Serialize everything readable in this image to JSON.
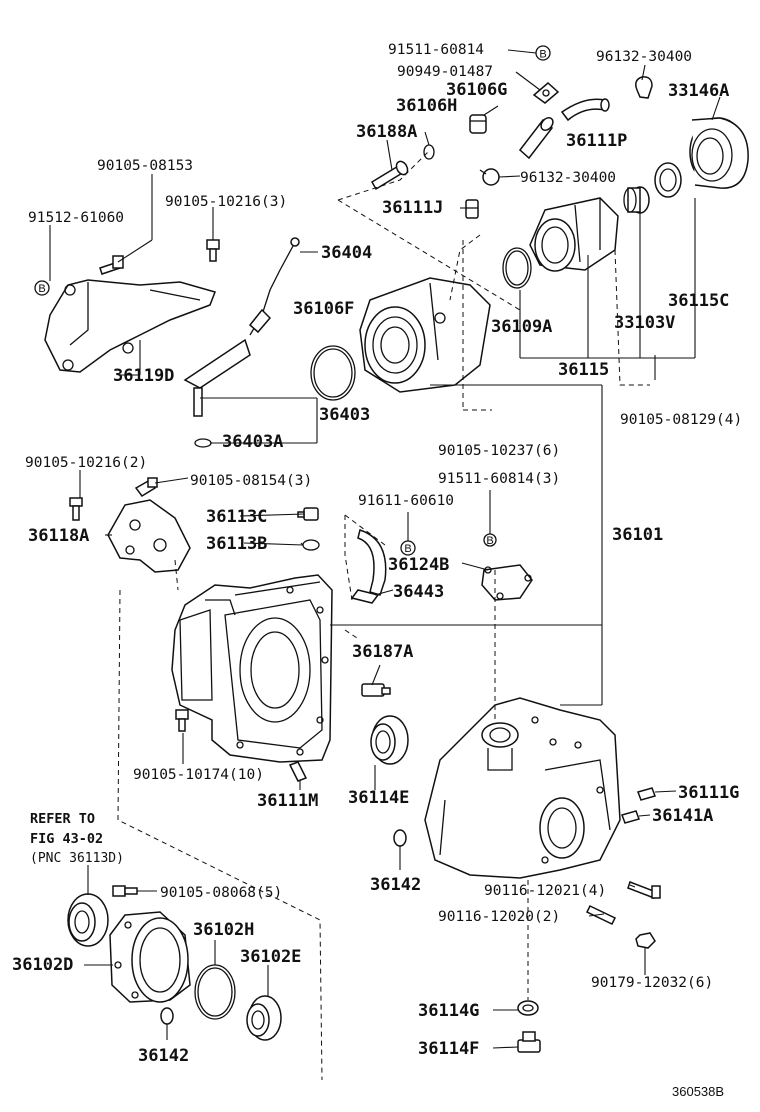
{
  "figure_ref": "360538B",
  "labels": {
    "p91511_60814_top": "91511-60814",
    "p90949_01487": "90949-01487",
    "p96132_30400_top": "96132-30400",
    "p36106G": "36106G",
    "p33146A": "33146A",
    "p36106H": "36106H",
    "p36111P": "36111P",
    "p36188A": "36188A",
    "p96132_30400_mid": "96132-30400",
    "p90105_08153": "90105-08153",
    "p90105_10216_3": "90105-10216(3)",
    "p36111J": "36111J",
    "p91512_61060": "91512-61060",
    "p36404": "36404",
    "p36106F": "36106F",
    "p36109A": "36109A",
    "p33103V": "33103V",
    "p36115C": "36115C",
    "p36119D": "36119D",
    "p36115": "36115",
    "p36403": "36403",
    "p90105_08129_4": "90105-08129(4)",
    "p36403A": "36403A",
    "p90105_10237_6": "90105-10237(6)",
    "p90105_10216_2": "90105-10216(2)",
    "p90105_08154_3": "90105-08154(3)",
    "p91511_60814_3": "91511-60814(3)",
    "p91611_60610": "91611-60610",
    "p36118A": "36118A",
    "p36113C": "36113C",
    "p36113B": "36113B",
    "p36101": "36101",
    "p36124B": "36124B",
    "p36443": "36443",
    "p36187A": "36187A",
    "p90105_10174_10": "90105-10174(10)",
    "p36111M": "36111M",
    "p36114E": "36114E",
    "p36111G": "36111G",
    "p36141A": "36141A",
    "refer_line1": "REFER TO",
    "refer_line2": "FIG 43-02",
    "refer_line3": "(PNC 36113D)",
    "p36142_mid": "36142",
    "p90116_12021_4": "90116-12021(4)",
    "p90105_08068_5": "90105-08068(5)",
    "p90116_12020_2": "90116-12020(2)",
    "p36102H": "36102H",
    "p36102D": "36102D",
    "p36102E": "36102E",
    "p90179_12032_6": "90179-12032(6)",
    "p36114G": "36114G",
    "p36114F": "36114F",
    "p36142_bottom": "36142",
    "marker_b": "B"
  }
}
